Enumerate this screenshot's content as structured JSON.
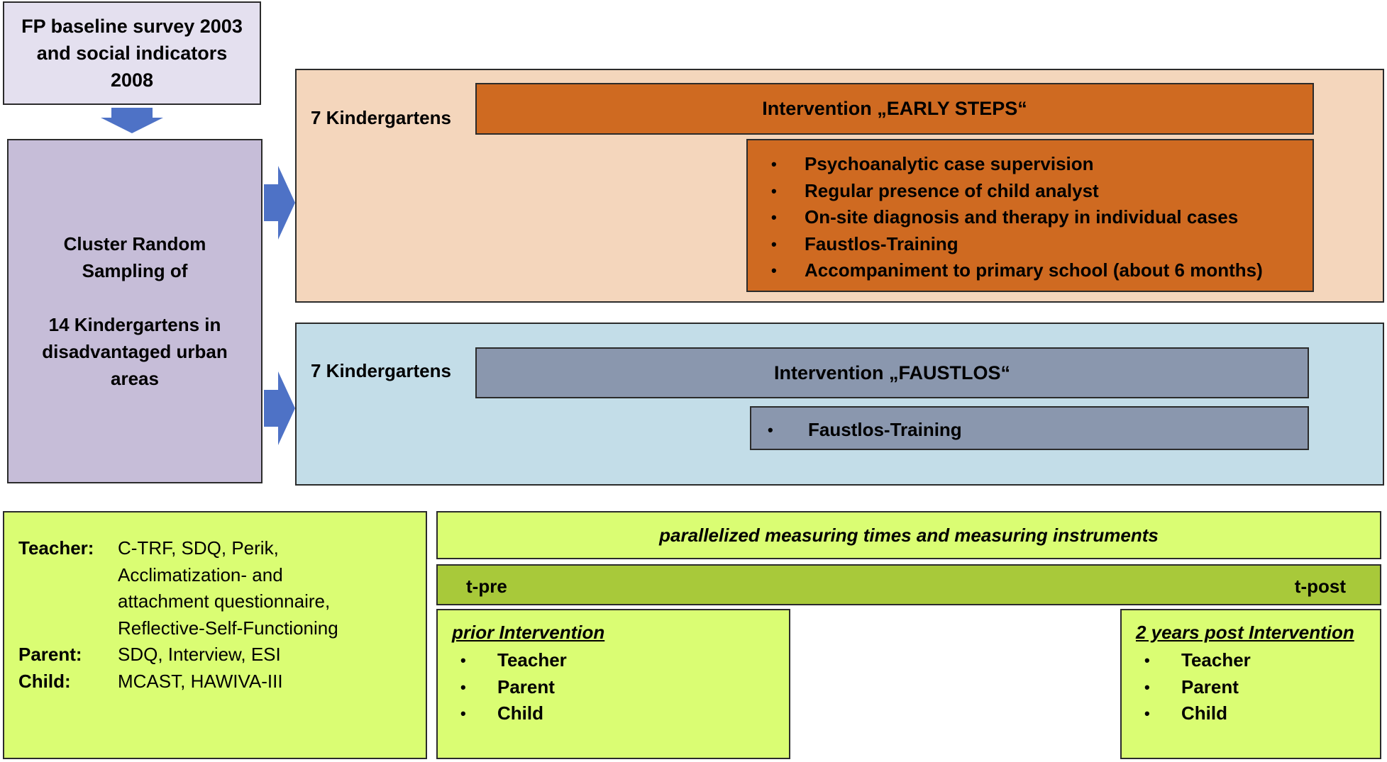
{
  "baseline": {
    "lines": [
      "FP baseline survey 2003",
      "and social indicators",
      "2008"
    ]
  },
  "cluster": {
    "line1": "Cluster Random",
    "line2": "Sampling of",
    "line3": "14 Kindergartens in",
    "line4": "disadvantaged urban",
    "line5": "areas"
  },
  "early_steps": {
    "kindergartens": "7 Kindergartens",
    "title": "Intervention „EARLY STEPS“",
    "items": [
      "Psychoanalytic case supervision",
      "Regular presence of child analyst",
      "On-site diagnosis and therapy in individual cases",
      "Faustlos-Training",
      "Accompaniment to primary school (about 6 months)"
    ]
  },
  "faustlos": {
    "kindergartens": "7 Kindergartens",
    "title": "Intervention „FAUSTLOS“",
    "items": [
      "Faustlos-Training"
    ]
  },
  "bullet": "•",
  "instruments": {
    "teacher_label": "Teacher:",
    "teacher_lines": [
      "C-TRF, SDQ, Perik,",
      "Acclimatization- and",
      "attachment questionnaire,",
      "Reflective-Self-Functioning"
    ],
    "parent_label": "Parent:",
    "parent_text": "SDQ, Interview, ESI",
    "child_label": "Child:",
    "child_text": "MCAST, HAWIVA-III"
  },
  "measuring": {
    "header": "parallelized measuring times and measuring instruments",
    "t_pre": "t-pre",
    "t_post": "t-post",
    "prior": {
      "title": "prior Intervention",
      "items": [
        "Teacher",
        "Parent",
        "Child"
      ]
    },
    "post": {
      "title": "2 years post Intervention",
      "items": [
        "Teacher",
        "Parent",
        "Child"
      ]
    }
  },
  "colors": {
    "baseline": "#e4e0ef",
    "cluster": "#c6bdd8",
    "arrow": "#4e72c6",
    "early_panel": "#f4d6bc",
    "early_box": "#cf6a21",
    "faust_panel": "#c3dde8",
    "faust_box": "#8a97ae",
    "lime": "#dafd73",
    "olive": "#a8c93a"
  }
}
